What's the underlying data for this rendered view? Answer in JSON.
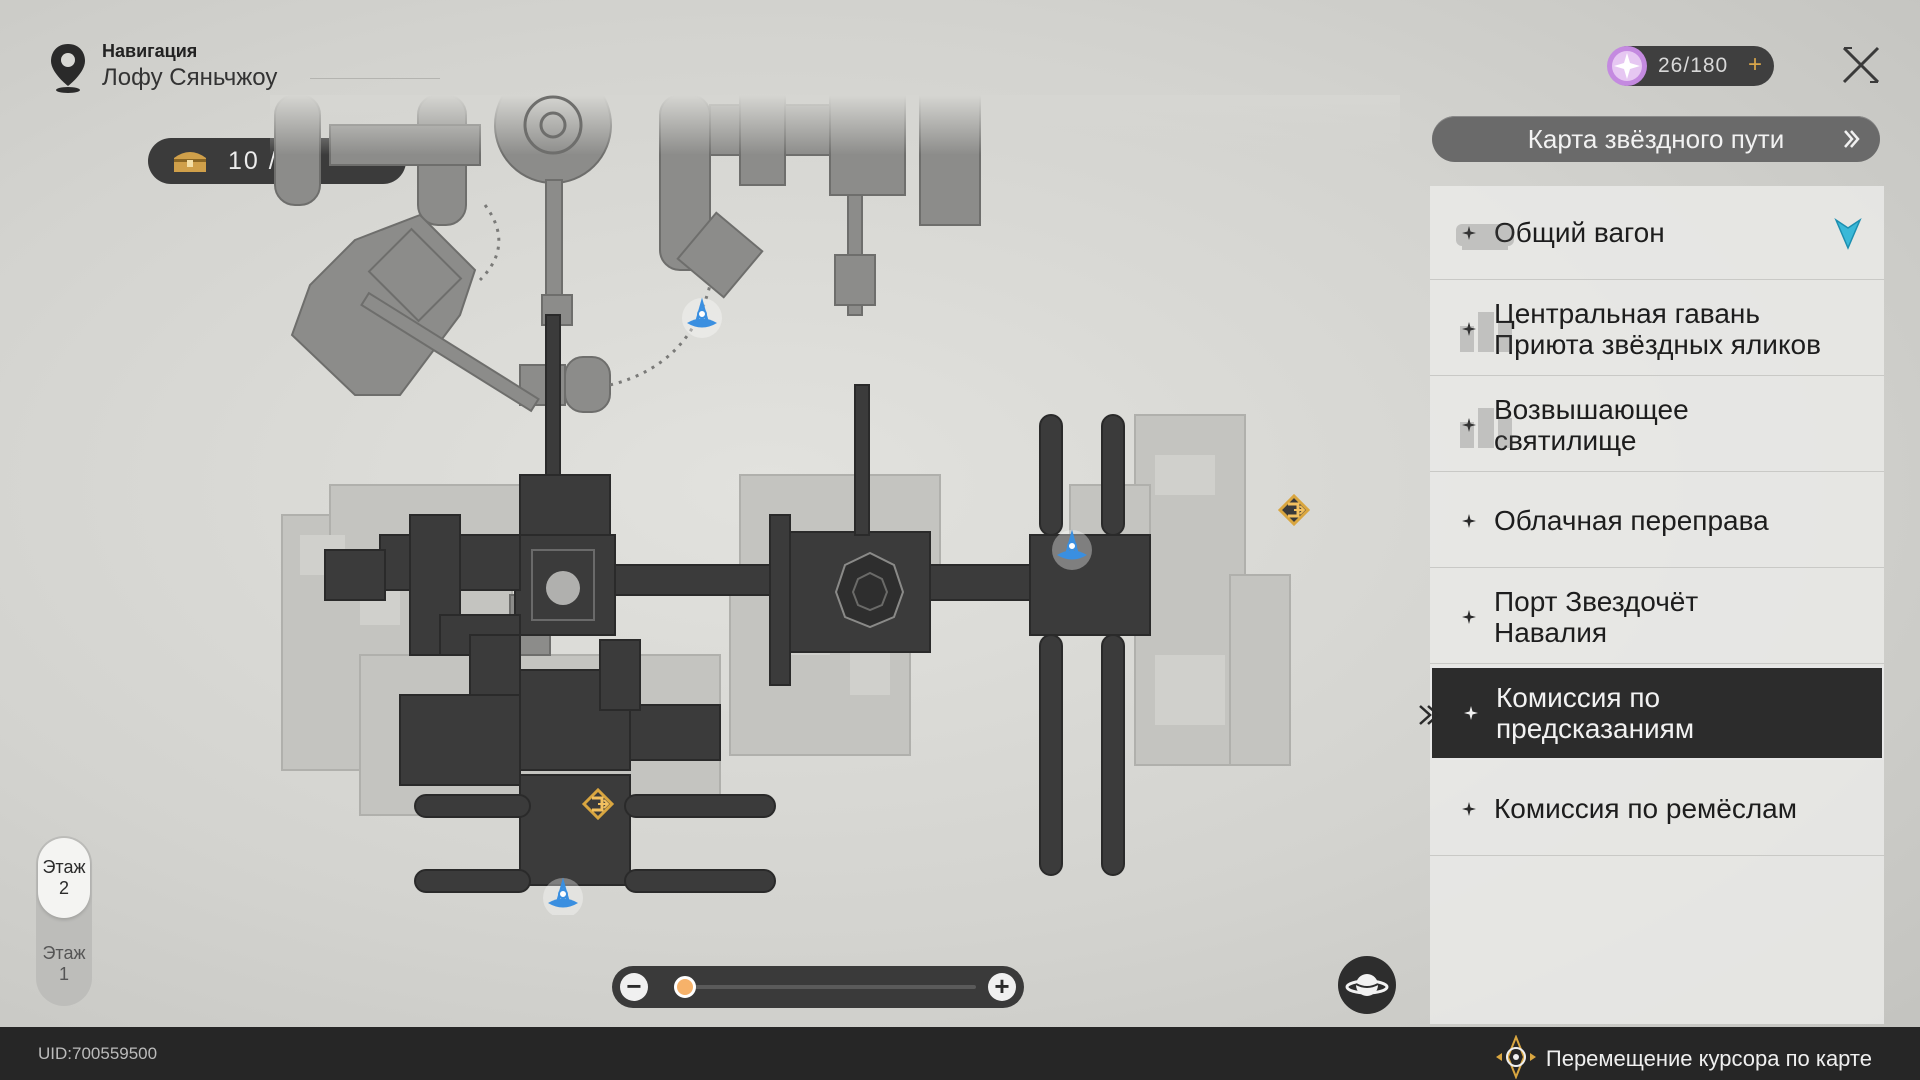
{
  "header": {
    "nav_label": "Навигация",
    "location": "Лофу Сяньчжоу",
    "pin_icon": "location-pin-icon"
  },
  "chest_counter": {
    "icon": "treasure-chest-icon",
    "value": "10 / 11"
  },
  "trailblaze_power": {
    "icon": "trailblaze-power-icon",
    "value": "26/180",
    "plus": "+"
  },
  "star_rail_map": {
    "label": "Карта звёздного пути"
  },
  "areas": [
    {
      "label": "Общий вагон",
      "current": true,
      "active": false
    },
    {
      "label": "Центральная гавань\nПриюта звёздных яликов",
      "current": false,
      "active": false
    },
    {
      "label": "Возвышающее\nсвятилище",
      "current": false,
      "active": false
    },
    {
      "label": "Облачная переправа",
      "current": false,
      "active": false
    },
    {
      "label": "Порт Звездочёт\nНавалия",
      "current": false,
      "active": false
    },
    {
      "label": "Комиссия по\nпредсказаниям",
      "current": false,
      "active": true
    },
    {
      "label": "Комиссия по ремёслам",
      "current": false,
      "active": false
    }
  ],
  "floors": [
    {
      "label": "Этаж",
      "number": "2",
      "active": true
    },
    {
      "label": "Этаж",
      "number": "1",
      "active": false
    }
  ],
  "zoom": {
    "minus": "−",
    "plus": "+",
    "level": 0.03
  },
  "footer": {
    "uid": "UID:700559500",
    "hint": "Перемещение курсора по карте"
  },
  "colors": {
    "accent": "#e89a4a",
    "active_bg": "#2c2c2c",
    "teleport": "#3a8fe0",
    "exit": "#d9a640"
  }
}
